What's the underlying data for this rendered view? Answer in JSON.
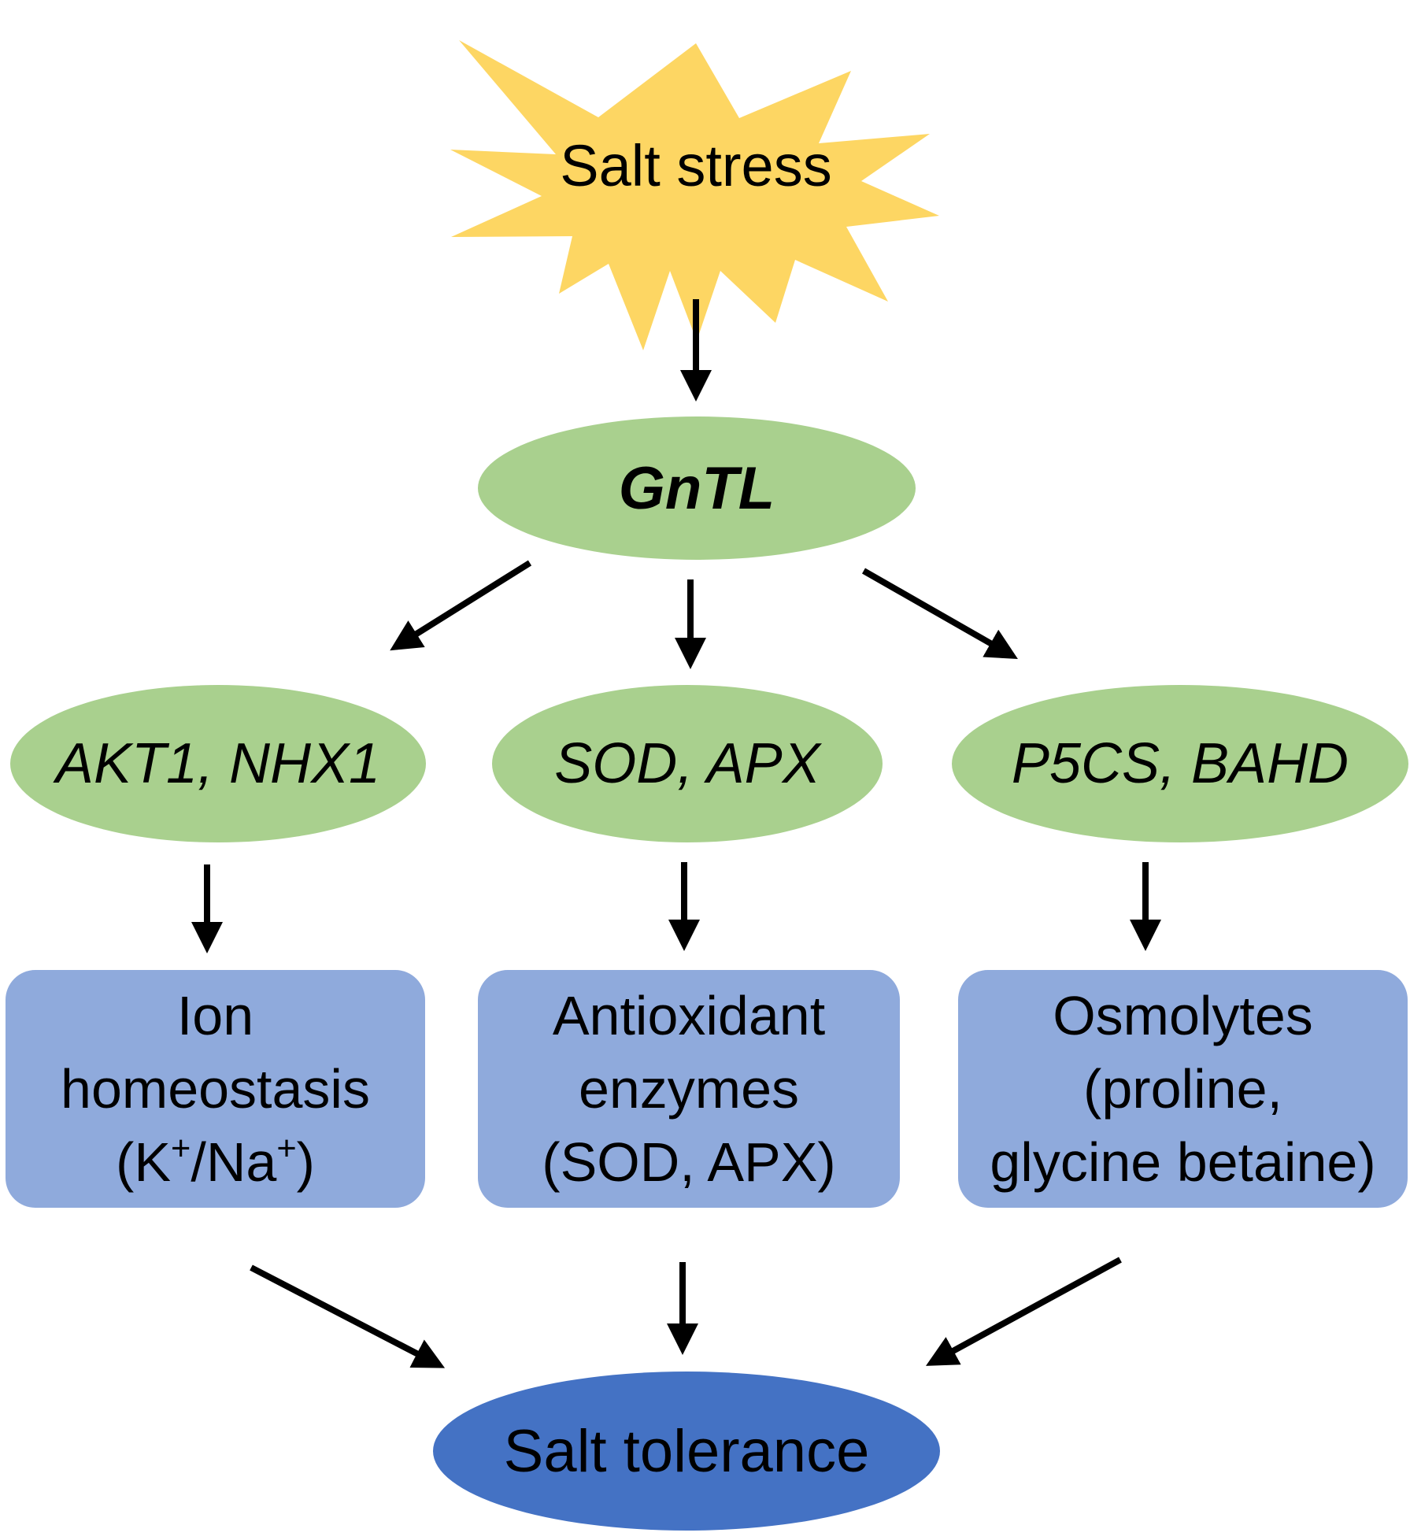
{
  "nodes": {
    "stress": {
      "label": "Salt stress"
    },
    "gene": {
      "label": "GnTL"
    },
    "targets": [
      {
        "label": "AKT1, NHX1"
      },
      {
        "label": "SOD, APX"
      },
      {
        "label": "P5CS, BAHD"
      }
    ],
    "mechanisms": {
      "ion": {
        "line1": "Ion",
        "line2": "homeostasis",
        "line3_k": "(K",
        "plus": "+",
        "slash_na": "/Na",
        "close": ")"
      },
      "antioxidant": {
        "line1": "Antioxidant",
        "line2": "enzymes",
        "line3": "(SOD, APX)"
      },
      "osmolytes": {
        "line1": "Osmolytes",
        "line2": "(proline,",
        "line3": "glycine betaine)"
      }
    },
    "outcome": {
      "label": "Salt tolerance"
    }
  },
  "colors": {
    "star": "#FDD663",
    "green_ellipse": "#A9D08E",
    "blue_box": "#8FAADC",
    "outcome": "#4472C4",
    "arrow": "#000000"
  }
}
